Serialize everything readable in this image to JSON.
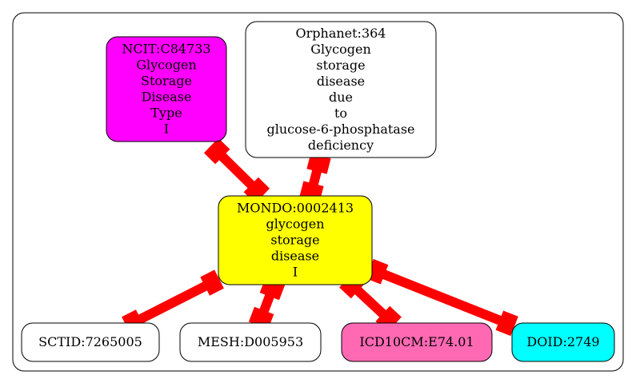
{
  "graph": {
    "nodes": [
      {
        "id": "ncit",
        "lines": [
          "NCIT:C84733",
          "Glycogen",
          "Storage",
          "Disease",
          "Type",
          "I"
        ],
        "fill": "#ff00ff"
      },
      {
        "id": "orphanet",
        "lines": [
          "Orphanet:364",
          "Glycogen",
          "storage",
          "disease",
          "due",
          "to",
          "glucose-6-phosphatase",
          "deficiency"
        ],
        "fill": "#ffffff"
      },
      {
        "id": "mondo",
        "lines": [
          "MONDO:0002413",
          "glycogen",
          "storage",
          "disease",
          "I"
        ],
        "fill": "#ffff00"
      },
      {
        "id": "sctid",
        "lines": [
          "SCTID:7265005"
        ],
        "fill": "#ffffff"
      },
      {
        "id": "mesh",
        "lines": [
          "MESH:D005953"
        ],
        "fill": "#ffffff"
      },
      {
        "id": "icd10cm",
        "lines": [
          "ICD10CM:E74.01"
        ],
        "fill": "#ff69b4"
      },
      {
        "id": "doid",
        "lines": [
          "DOID:2749"
        ],
        "fill": "#00ffff"
      }
    ],
    "edges": [
      {
        "from": "ncit",
        "to": "mondo"
      },
      {
        "from": "orphanet",
        "to": "mondo"
      },
      {
        "from": "mondo",
        "to": "sctid"
      },
      {
        "from": "mondo",
        "to": "mesh"
      },
      {
        "from": "mondo",
        "to": "icd10cm"
      },
      {
        "from": "mondo",
        "to": "doid"
      }
    ],
    "edge_color": "#ff0000",
    "stroke_color": "#000000"
  }
}
